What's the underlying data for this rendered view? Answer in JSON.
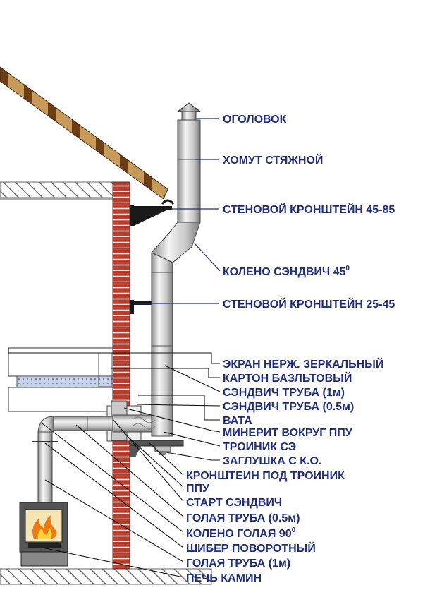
{
  "labels": {
    "ogolovok": "ОГОЛОВОК",
    "homut": "ХОМУТ СТЯЖНОЙ",
    "kronshtein_45_85": "СТЕНОВОЙ КРОНШТЕЙН 45-85",
    "koleno_sendvich": "КОЛЕНО СЭНДВИЧ 45",
    "koleno_sendvich_sup": "0",
    "kronshtein_25_45": "СТЕНОВОЙ КРОНШТЕЙН 25-45",
    "ekran": "ЭКРАН НЕРЖ. ЗЕРКАЛЬНЫЙ",
    "karton": "КАРТОН БАЗЛЬТОВЫЙ",
    "sendvich_1m": "СЭНДВИЧ ТРУБА (1м)",
    "sendvich_05m": "СЭНДВИЧ ТРУБА (0.5м)",
    "vata": "ВАТА",
    "minerit": "МИНЕРИТ ВОКРУГ ППУ",
    "troinik": "ТРОИНИК СЭ",
    "zaglushka": "ЗАГЛУШКА С К.О.",
    "kronshtein_troinik": "КРОНШТЕИН ПОД ТРОИНИК",
    "ppu": "ППУ",
    "start_sendvich": "СТАРТ СЭНДВИЧ",
    "golaya_05m": "ГОЛАЯ ТРУБА (0.5м)",
    "koleno_golaya": "КОЛЕНО ГОЛАЯ 90",
    "koleno_golaya_sup": "0",
    "shiber": "ШИБЕР ПОВОРОТНЫЙ",
    "golaya_1m": "ГОЛАЯ ТРУБА (1м)",
    "pech": "ПЕЧЬ КАМИН"
  },
  "colors": {
    "label_text": "#1f2d7a",
    "brick": "#b5402f",
    "mortar": "#ffffff",
    "roof_plank": "#c79a5a",
    "roof_dark": "#6d3d16",
    "pipe_light": "#e6e6e6",
    "pipe_dark": "#8c8c8c",
    "bracket": "#1a1a1a",
    "fire_orange": "#f07a10",
    "fire_yellow": "#ffd23a"
  },
  "icons": {
    "chimney_cap": "cone-cap-icon",
    "stove": "fireplace-stove-icon",
    "fire": "fire-icon"
  }
}
